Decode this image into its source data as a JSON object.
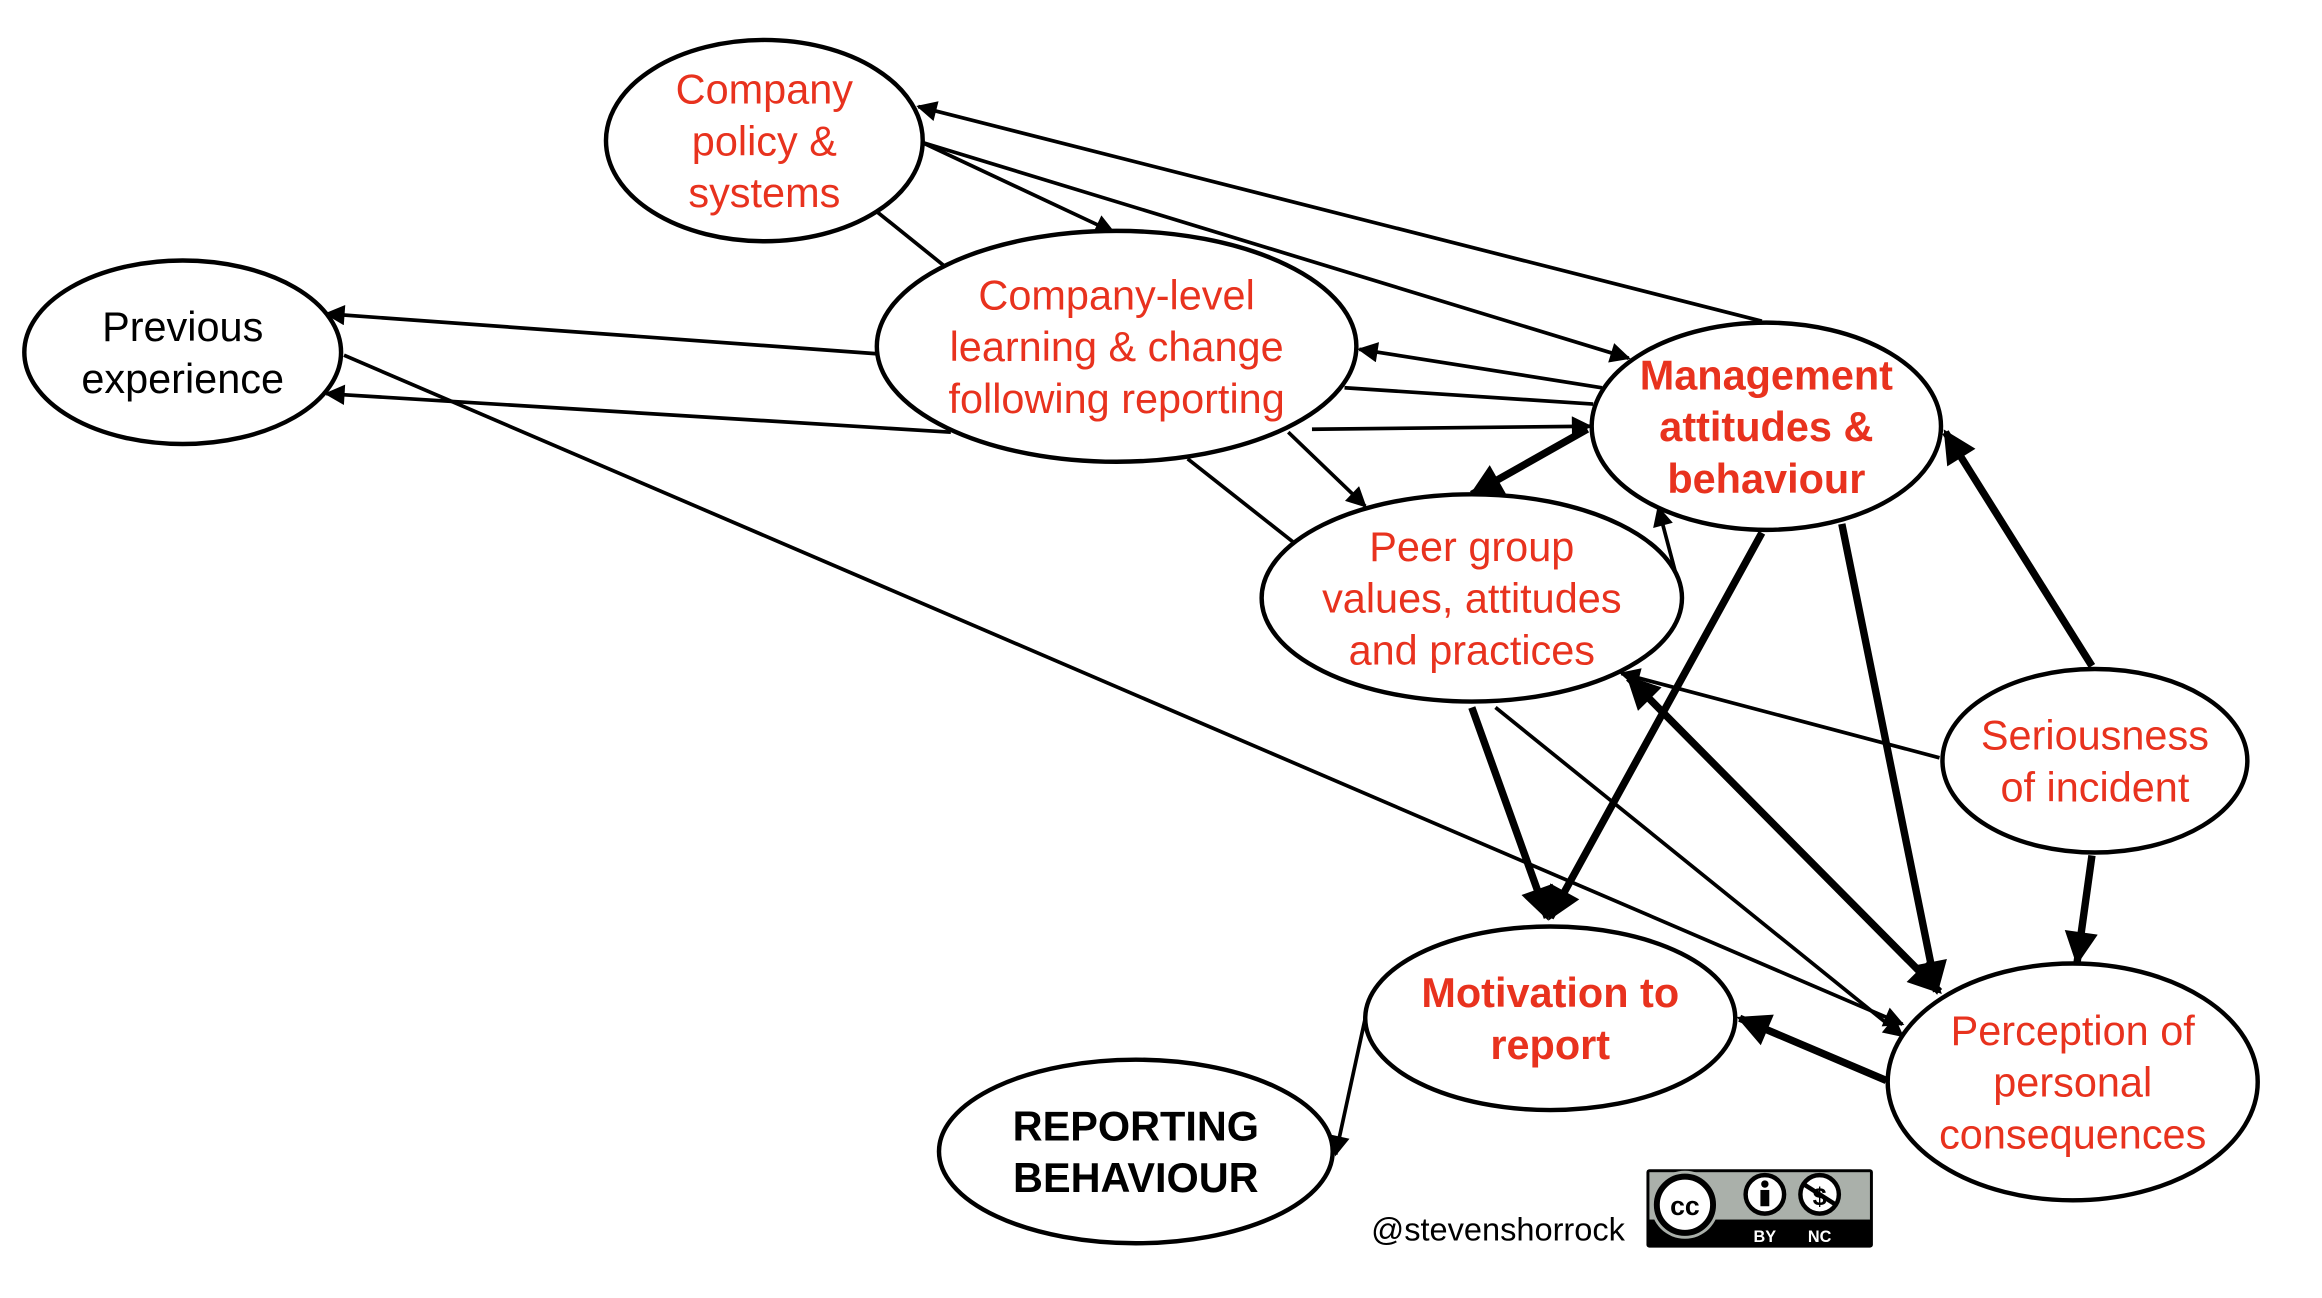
{
  "colors": {
    "red": "#e8321e",
    "black": "#000000",
    "badge_grey": "#aab0aa"
  },
  "nodes": [
    {
      "id": "policy",
      "lines": [
        "Company",
        "policy &",
        "systems"
      ],
      "color": "red",
      "bold": false
    },
    {
      "id": "learning",
      "lines": [
        "Company-level",
        "learning & change",
        "following reporting"
      ],
      "color": "red",
      "bold": false
    },
    {
      "id": "previous",
      "lines": [
        "Previous",
        "experience"
      ],
      "color": "black",
      "bold": false
    },
    {
      "id": "management",
      "lines": [
        "Management",
        "attitudes &",
        "behaviour"
      ],
      "color": "red",
      "bold": true
    },
    {
      "id": "peer",
      "lines": [
        "Peer group",
        "values, attitudes",
        "and practices"
      ],
      "color": "red",
      "bold": false
    },
    {
      "id": "seriousness",
      "lines": [
        "Seriousness",
        "of incident"
      ],
      "color": "red",
      "bold": false
    },
    {
      "id": "motivation",
      "lines": [
        "Motivation to",
        "report"
      ],
      "color": "red",
      "bold": true
    },
    {
      "id": "perception",
      "lines": [
        "Perception of",
        "personal",
        "consequences"
      ],
      "color": "red",
      "bold": false
    },
    {
      "id": "reporting",
      "lines": [
        "REPORTING",
        "BEHAVIOUR"
      ],
      "color": "black",
      "bold": true
    }
  ],
  "edges": [
    {
      "from": "management",
      "to": "policy",
      "arrow": "end",
      "thick": false
    },
    {
      "from": "policy",
      "to": "learning",
      "arrow": "end",
      "thick": false
    },
    {
      "from": "policy",
      "to": "management",
      "arrow": "end",
      "thick": false
    },
    {
      "from": "policy",
      "to": "learning",
      "arrow": "none",
      "thick": false
    },
    {
      "from": "learning",
      "to": "previous",
      "arrow": "end",
      "thick": false
    },
    {
      "from": "learning",
      "to": "previous",
      "arrow": "end",
      "thick": false
    },
    {
      "from": "management",
      "to": "learning",
      "arrow": "end",
      "thick": false
    },
    {
      "from": "learning",
      "to": "management",
      "arrow": "none",
      "thick": false
    },
    {
      "from": "learning",
      "to": "management",
      "arrow": "end",
      "thick": false
    },
    {
      "from": "management",
      "to": "peer",
      "arrow": "end",
      "thick": true
    },
    {
      "from": "learning",
      "to": "peer",
      "arrow": "end",
      "thick": false
    },
    {
      "from": "learning",
      "to": "peer",
      "arrow": "none",
      "thick": false
    },
    {
      "from": "peer",
      "to": "management",
      "arrow": "end",
      "thick": false
    },
    {
      "from": "management",
      "to": "motivation",
      "arrow": "end",
      "thick": true
    },
    {
      "from": "peer",
      "to": "motivation",
      "arrow": "end",
      "thick": true
    },
    {
      "from": "management",
      "to": "perception",
      "arrow": "end",
      "thick": true
    },
    {
      "from": "peer",
      "to": "perception",
      "arrow": "both",
      "thick": true
    },
    {
      "from": "peer",
      "to": "perception",
      "arrow": "end",
      "thick": false
    },
    {
      "from": "previous",
      "to": "perception",
      "arrow": "end",
      "thick": false
    },
    {
      "from": "seriousness",
      "to": "peer",
      "arrow": "end",
      "thick": false
    },
    {
      "from": "seriousness",
      "to": "management",
      "arrow": "end",
      "thick": true
    },
    {
      "from": "seriousness",
      "to": "perception",
      "arrow": "end",
      "thick": true
    },
    {
      "from": "perception",
      "to": "motivation",
      "arrow": "end",
      "thick": true
    },
    {
      "from": "motivation",
      "to": "reporting",
      "arrow": "end",
      "thick": false
    }
  ],
  "footer": {
    "handle": "@stevenshorrock",
    "license_badge": {
      "logo": "cc",
      "icons": [
        "by-person-icon",
        "nc-no-dollar-icon"
      ],
      "labels": [
        "BY",
        "NC"
      ]
    }
  }
}
